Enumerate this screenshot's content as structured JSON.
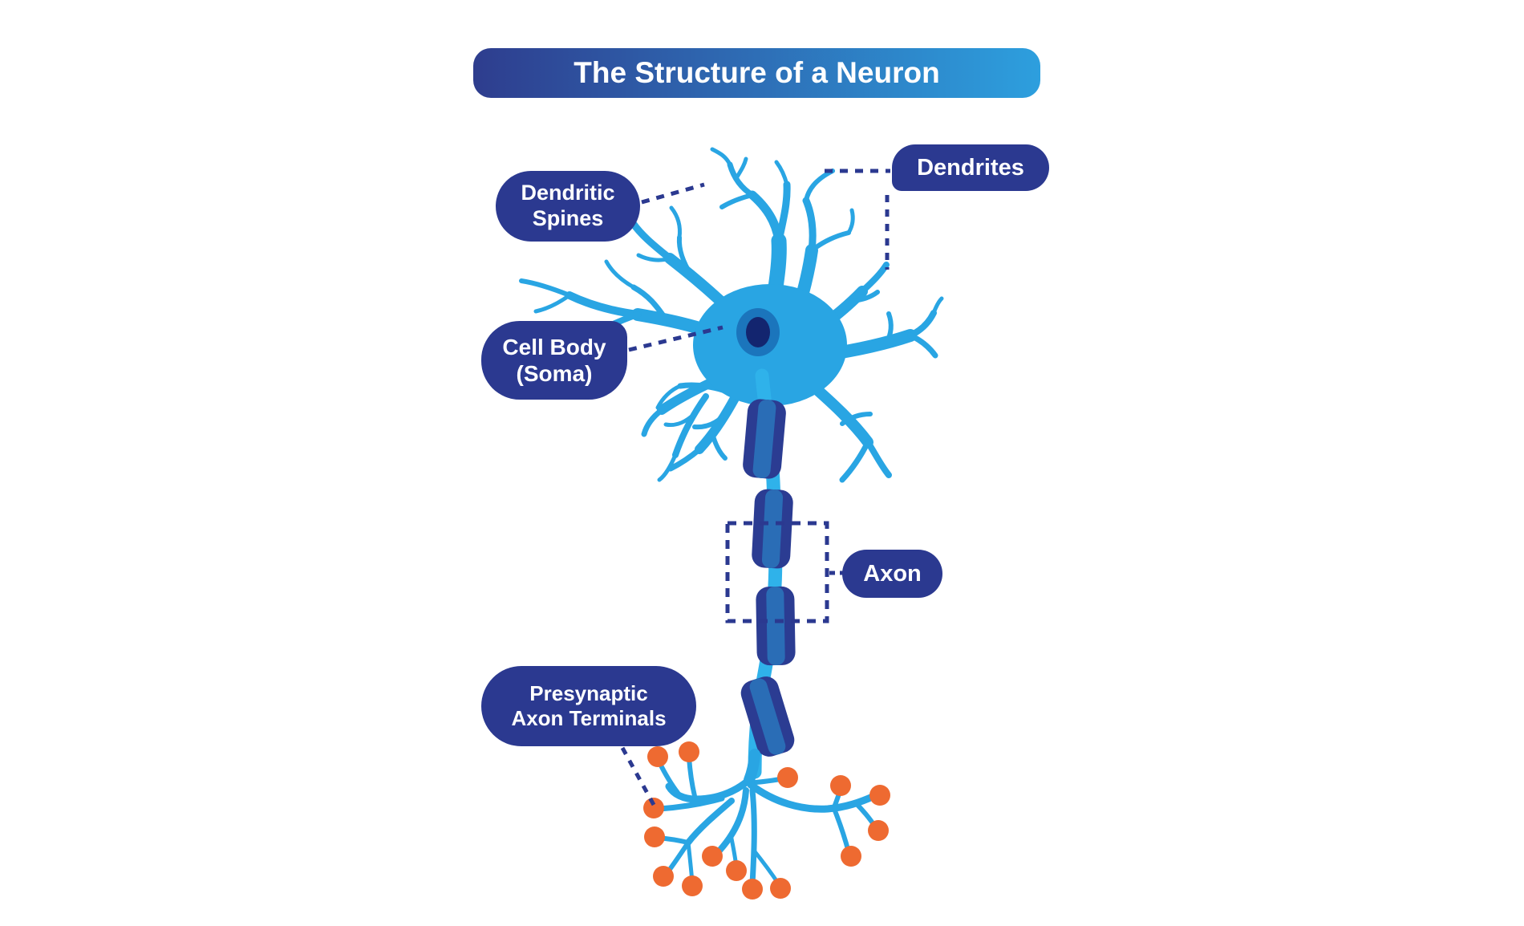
{
  "title": {
    "text": "The Structure of a Neuron"
  },
  "labels": {
    "dendritic_spines": {
      "lines": [
        "Dendritic",
        "Spines"
      ]
    },
    "dendrites": {
      "text": "Dendrites"
    },
    "cell_body": {
      "lines": [
        "Cell Body",
        "(Soma)"
      ]
    },
    "axon": {
      "text": "Axon"
    },
    "presynaptic": {
      "lines": [
        "Presynaptic",
        "Axon Terminals"
      ]
    }
  },
  "colors": {
    "label_navy": "#2b3990",
    "title_gradient_left": "#2e3d8e",
    "title_gradient_right": "#2d9fde",
    "neuron_blue": "#29a5e3",
    "axon_cyan": "#2fb2ea",
    "myelin_navy": "#2b3c92",
    "myelin_stripe": "#2a6db6",
    "nucleus_blue": "#1b75bc",
    "nucleolus_navy": "#13256f",
    "terminal_orange": "#ee6a31",
    "connector_navy": "#2b3990",
    "text_white": "#ffffff"
  }
}
